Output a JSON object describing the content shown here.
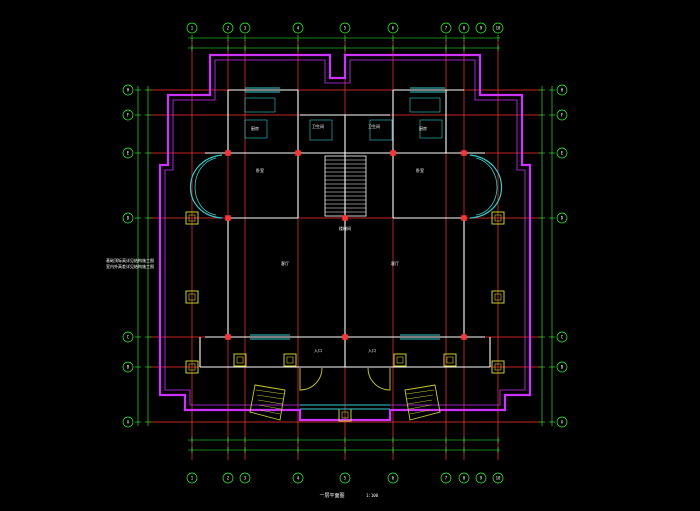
{
  "drawing": {
    "title": "一层平面图",
    "scale": "1:100",
    "note_line1": "基础顶标高详见结构施工图",
    "note_line2": "室内外高差详见结构施工图"
  },
  "grid_axes": {
    "top": [
      "1",
      "2",
      "3",
      "4",
      "5",
      "6",
      "7",
      "8",
      "9",
      "10"
    ],
    "left": [
      "H",
      "F",
      "E",
      "D",
      "C",
      "B",
      "A"
    ],
    "right": [
      "H",
      "F",
      "E",
      "D",
      "C",
      "B",
      "A"
    ]
  },
  "room_labels": {
    "hall_left": "客厅",
    "hall_right": "客厅",
    "bed_left": "卧室",
    "bed_right": "卧室",
    "kitchen_left": "厨房",
    "kitchen_right": "厨房",
    "bath_left": "卫生间",
    "bath_right": "卫生间",
    "stair": "楼梯间",
    "porch_left": "入口",
    "porch_right": "入口"
  },
  "colors": {
    "background": "#000000",
    "axis_circle": "#33ff33",
    "dimension": "#33ff33",
    "grid": "#ff3333",
    "wall": "#ffffff",
    "outer_wall": "#cc33ff",
    "window": "#33cccc",
    "column": "#cccc33",
    "text": "#ffffff"
  }
}
